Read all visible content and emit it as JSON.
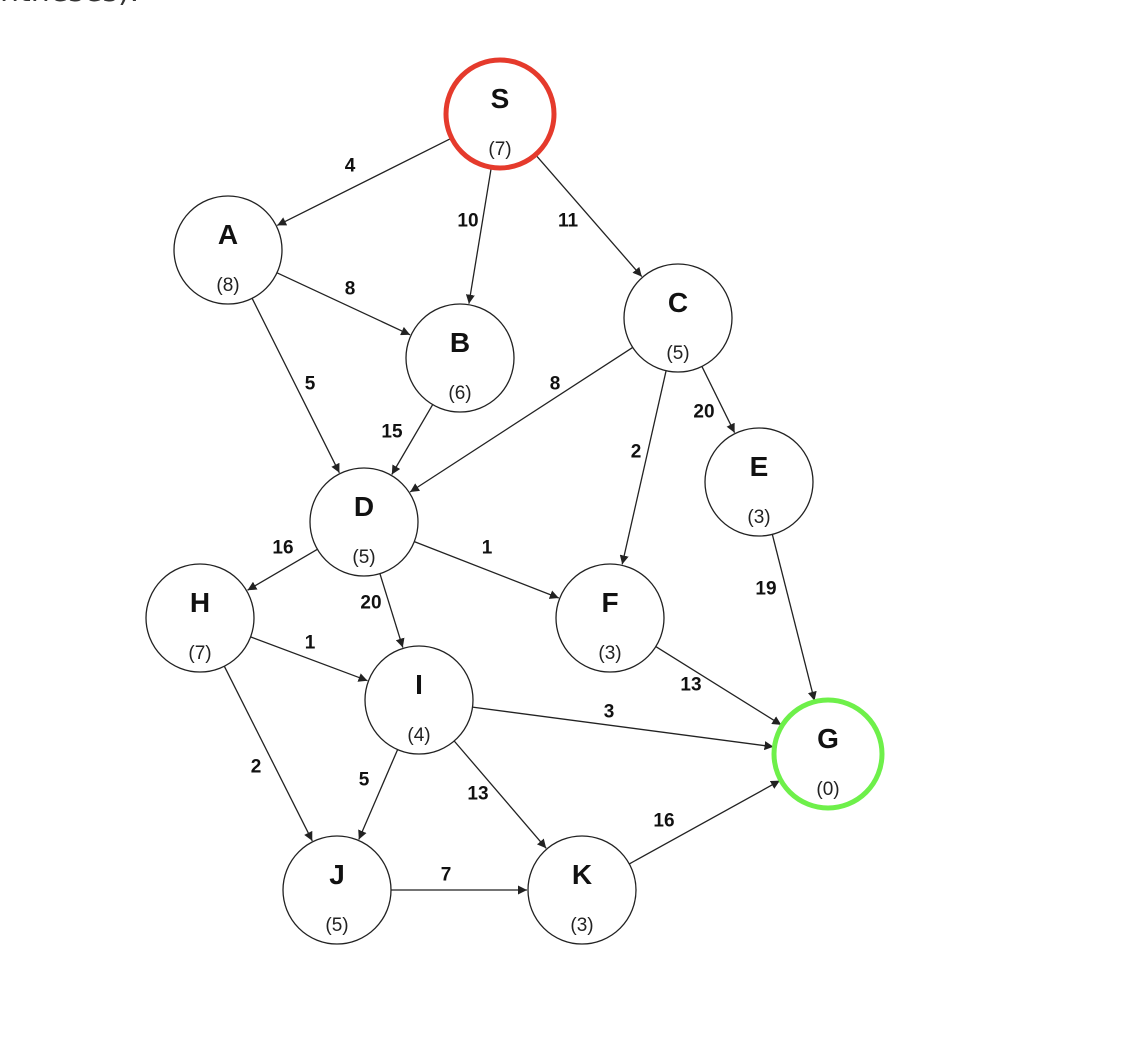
{
  "caption": "ntheses).",
  "colors": {
    "start": "#e53a2c",
    "goal": "#6ef04a",
    "default": "#222222"
  },
  "nodes": [
    {
      "id": "S",
      "h": "(7)",
      "role": "start"
    },
    {
      "id": "A",
      "h": "(8)"
    },
    {
      "id": "B",
      "h": "(6)"
    },
    {
      "id": "C",
      "h": "(5)"
    },
    {
      "id": "D",
      "h": "(5)"
    },
    {
      "id": "E",
      "h": "(3)"
    },
    {
      "id": "F",
      "h": "(3)"
    },
    {
      "id": "G",
      "h": "(0)",
      "role": "goal"
    },
    {
      "id": "H",
      "h": "(7)"
    },
    {
      "id": "I",
      "h": "(4)"
    },
    {
      "id": "J",
      "h": "(5)"
    },
    {
      "id": "K",
      "h": "(3)"
    }
  ],
  "edges": [
    {
      "from": "S",
      "to": "A",
      "cost": "4"
    },
    {
      "from": "S",
      "to": "B",
      "cost": "10"
    },
    {
      "from": "S",
      "to": "C",
      "cost": "11"
    },
    {
      "from": "A",
      "to": "B",
      "cost": "8"
    },
    {
      "from": "A",
      "to": "D",
      "cost": "5"
    },
    {
      "from": "B",
      "to": "D",
      "cost": "15"
    },
    {
      "from": "C",
      "to": "D",
      "cost": "8"
    },
    {
      "from": "C",
      "to": "F",
      "cost": "2"
    },
    {
      "from": "C",
      "to": "E",
      "cost": "20"
    },
    {
      "from": "D",
      "to": "H",
      "cost": "16"
    },
    {
      "from": "D",
      "to": "F",
      "cost": "1"
    },
    {
      "from": "D",
      "to": "I",
      "cost": "20"
    },
    {
      "from": "E",
      "to": "G",
      "cost": "19"
    },
    {
      "from": "F",
      "to": "G",
      "cost": "13"
    },
    {
      "from": "H",
      "to": "I",
      "cost": "1"
    },
    {
      "from": "H",
      "to": "J",
      "cost": "2"
    },
    {
      "from": "I",
      "to": "G",
      "cost": "3"
    },
    {
      "from": "I",
      "to": "J",
      "cost": "5"
    },
    {
      "from": "I",
      "to": "K",
      "cost": "13"
    },
    {
      "from": "J",
      "to": "K",
      "cost": "7"
    },
    {
      "from": "K",
      "to": "G",
      "cost": "16"
    }
  ]
}
